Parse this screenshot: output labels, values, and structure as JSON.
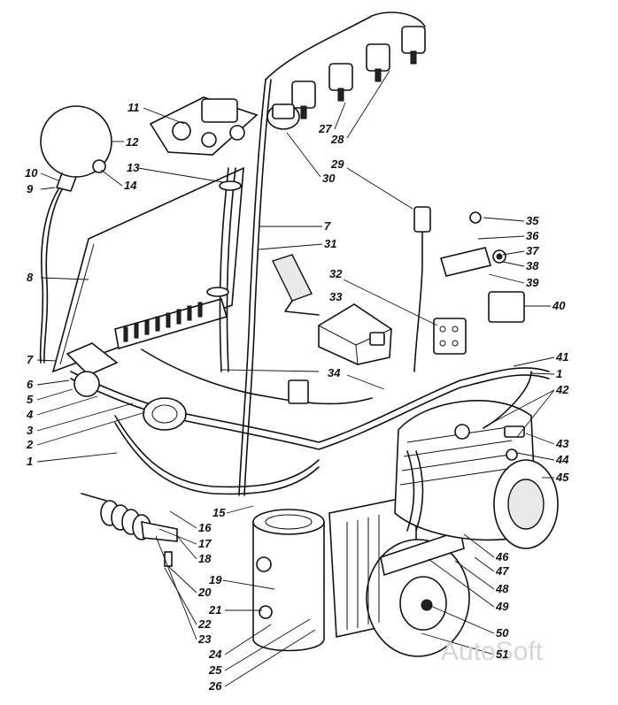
{
  "watermark": "AutoSoft",
  "labels": {
    "l1": "1",
    "l2": "2",
    "l3": "3",
    "l4": "4",
    "l5": "5",
    "l6": "6",
    "l7": "7",
    "l8": "8",
    "l9": "9",
    "l10": "10",
    "l11": "11",
    "l12": "12",
    "l13": "13",
    "l14": "14",
    "l15": "15",
    "l16": "16",
    "l17": "17",
    "l18": "18",
    "l19": "19",
    "l20": "20",
    "l21": "21",
    "l22": "22",
    "l23": "23",
    "l24": "24",
    "l25": "25",
    "l26": "26",
    "l27": "27",
    "l28": "28",
    "l29": "29",
    "l30": "30",
    "l31": "31",
    "l32": "32",
    "l33": "33",
    "l34": "34",
    "l35": "35",
    "l36": "36",
    "l37": "37",
    "l38": "38",
    "l39": "39",
    "l40": "40",
    "l41": "41",
    "l42": "42",
    "l43": "43",
    "l44": "44",
    "l45": "45",
    "l46": "46",
    "l47": "47",
    "l48": "48",
    "l49": "49",
    "l50": "50",
    "l51": "51"
  }
}
